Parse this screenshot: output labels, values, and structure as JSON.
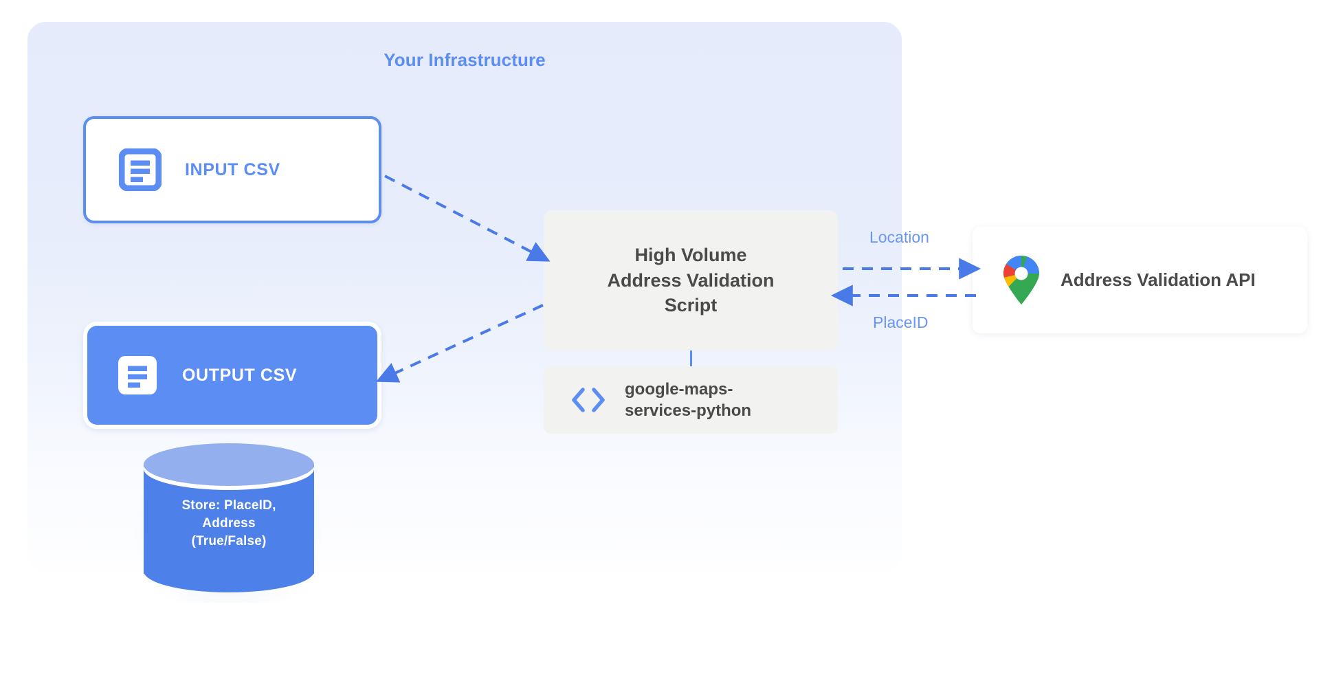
{
  "diagram": {
    "panel": {
      "title": "Your Infrastructure",
      "title_color": "#5b8df2",
      "background_color": "#e5ebfb"
    },
    "nodes": {
      "input_csv": {
        "label": "INPUT CSV",
        "icon": "document-icon",
        "style": "white box with blue border",
        "border_color": "#5b8df2",
        "text_color": "#5b8df2"
      },
      "output_csv": {
        "label": "OUTPUT CSV",
        "icon": "document-icon",
        "style": "solid blue box",
        "fill_color": "#5b8df2",
        "text_color": "#ffffff"
      },
      "datastore": {
        "line1": "Store: PlaceID,",
        "line2": "Address",
        "line3": "(True/False)",
        "shape": "cylinder",
        "fill_color": "#4d80e8",
        "top_color": "#93afee",
        "text_color": "#ffffff"
      },
      "script": {
        "line1": "High Volume",
        "line2": "Address Validation",
        "line3": "Script",
        "fill_color": "#f2f2f0",
        "text_color": "#4a4a4a"
      },
      "library": {
        "line1": "google-maps-",
        "line2": "services-python",
        "icon": "code-brackets-icon",
        "icon_color": "#5b8df2",
        "fill_color": "#f2f2f0",
        "text_color": "#4a4a4a"
      },
      "api": {
        "label": "Address Validation API",
        "icon": "google-maps-pin-icon",
        "fill_color": "#ffffff",
        "text_color": "#4a4a4a"
      }
    },
    "edges": [
      {
        "name": "input-to-script",
        "label": "",
        "from": "input_csv",
        "to": "script",
        "style": "dashed",
        "direction": "forward",
        "color": "#4a7ae8"
      },
      {
        "name": "script-to-output",
        "label": "",
        "from": "script",
        "to": "output_csv",
        "style": "dashed",
        "direction": "forward",
        "color": "#4a7ae8"
      },
      {
        "name": "script-to-api",
        "label": "Location",
        "from": "script",
        "to": "api",
        "style": "dashed",
        "direction": "forward",
        "color": "#4a7ae8"
      },
      {
        "name": "api-to-script",
        "label": "PlaceID",
        "from": "api",
        "to": "script",
        "style": "dashed",
        "direction": "forward",
        "color": "#4a7ae8"
      }
    ]
  }
}
